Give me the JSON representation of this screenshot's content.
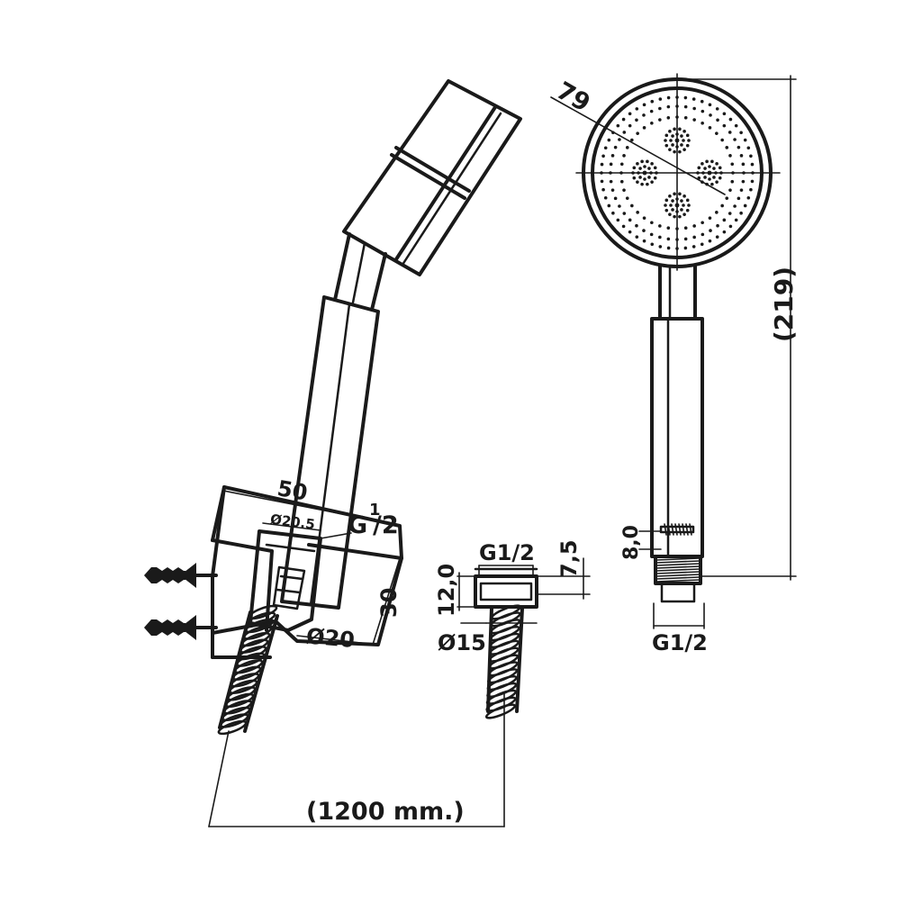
{
  "dimensions": {
    "holder_width": "50",
    "inner_diameter": "Ø20.5",
    "holder_thread": "G",
    "holder_thread_fraction_num": "1",
    "holder_thread_fraction_den": "/2",
    "holder_height": "30",
    "hose_diameter": "Ø20",
    "hose_length": "(1200 mm.)",
    "nut_thread": "G1/2",
    "nut_height": "7,5",
    "nut_length": "12,0",
    "nut_diameter": "Ø15",
    "head_diameter": "79",
    "overall_length": "(219)",
    "handle_thread_length": "8,0",
    "handle_thread": "G1/2"
  },
  "colors": {
    "line": "#1a1a1a",
    "background": "#ffffff"
  },
  "icons": [
    "wall-plug-icon",
    "wall-plug-icon"
  ]
}
